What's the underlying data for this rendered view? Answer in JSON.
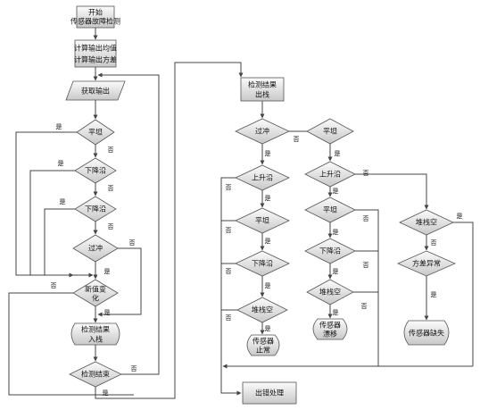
{
  "left_flow": {
    "start": [
      "开始",
      "传感器故障检测"
    ],
    "calc": [
      "计算输出均值",
      "计算输出方差"
    ],
    "input_data": "获取输出",
    "d_flat": "平坦",
    "d_drop1": "下降沿",
    "d_drop2": "下降沿",
    "d_overflow": "过冲",
    "d_new_change": [
      "新值变",
      "化"
    ],
    "store": [
      "检测结果",
      "入栈"
    ],
    "d_end": "检测结束"
  },
  "right_flow": {
    "result_out": [
      "检测结果",
      "出栈"
    ],
    "d_overflow": "过冲",
    "d_flat_top": "平坦",
    "d_rise_left": "上升沿",
    "d_flat_left": "平坦",
    "d_drop_left": "下降沿",
    "d_stackempty_left": "堆栈空",
    "t_sensor_stop": [
      "传感器",
      "止常"
    ],
    "d_rise_mid": "上升沿",
    "d_flat_mid": "平坦",
    "d_drop_mid": "下降沿",
    "d_stackempty_mid": "堆栈空",
    "t_sensor_drift": [
      "传感器",
      "漂移"
    ],
    "d_stackempty_right": "堆栈空",
    "d_variance": "方差异常",
    "t_sensor_lost": "传感器缺失",
    "error": "出错处理"
  },
  "labels": {
    "yes": "是",
    "no": "否"
  }
}
